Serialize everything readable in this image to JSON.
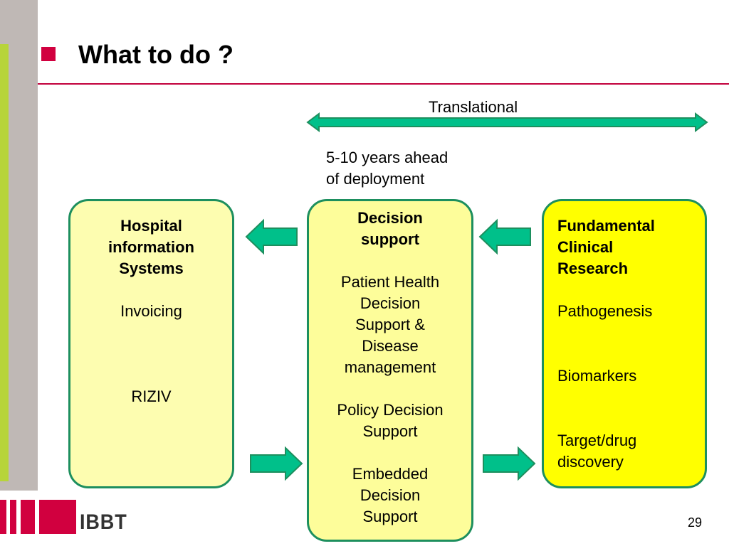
{
  "slide": {
    "title": "What to do ?",
    "page_number": "29",
    "logo_text": "IBBT",
    "colors": {
      "accent": "#d1003f",
      "box_border": "#1d8f5e",
      "arrow_fill": "#00c08a",
      "box_light": "#fdfdb0",
      "box_mid": "#fdfd9a",
      "box_bright": "#ffff00",
      "strip_grey": "#bfb8b5",
      "strip_green": "#b7d43a"
    }
  },
  "diagram": {
    "translational_label": "Translational",
    "years_label": "5-10 years ahead\nof deployment",
    "boxes": {
      "hospital": {
        "heading": "Hospital\ninformation\nSystems",
        "items": [
          "Invoicing",
          "RIZIV"
        ]
      },
      "decision": {
        "heading": "Decision\nsupport",
        "items": [
          "Patient Health\nDecision\nSupport &\nDisease\nmanagement",
          "Policy Decision\nSupport",
          "Embedded\nDecision\nSupport"
        ]
      },
      "fundamental": {
        "heading": "Fundamental\nClinical\nResearch",
        "items": [
          "Pathogenesis",
          "Biomarkers",
          "Target/drug\ndiscovery"
        ]
      }
    }
  }
}
